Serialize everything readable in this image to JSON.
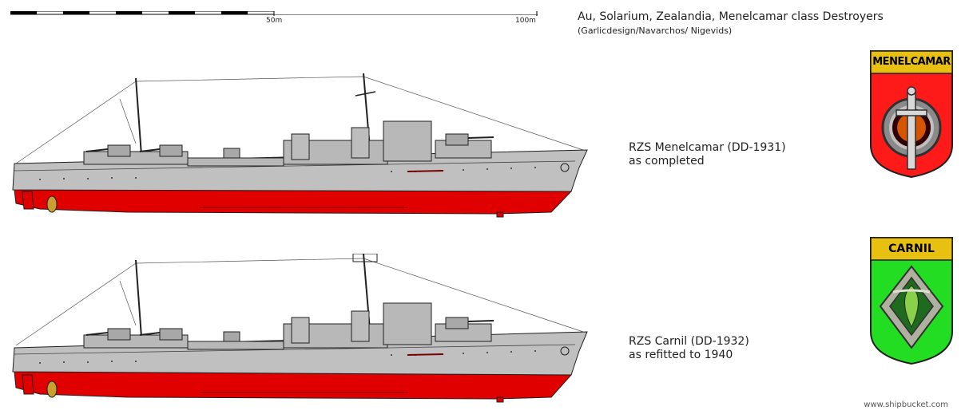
{
  "header": {
    "title": "Au, Solarium, Zealandia, Menelcamar class Destroyers",
    "credits": "(Garlicdesign/Navarchos/ Nigevids)"
  },
  "scale_bar": {
    "label_mid": "50m",
    "label_end": "100m"
  },
  "ships": [
    {
      "name_line": "RZS Menelcamar (DD-1931)",
      "state_line": "as completed",
      "crest": {
        "label": "MENELCAMAR",
        "field_color": "#ff1a1a",
        "banner_color": "#e8c010",
        "emblem": "sword-emblem"
      }
    },
    {
      "name_line": "RZS Carnil (DD-1932)",
      "state_line": "as refitted to 1940",
      "crest": {
        "label": "CARNIL",
        "field_color": "#22dd22",
        "banner_color": "#e8c010",
        "emblem": "leaf-emblem"
      }
    }
  ],
  "colors": {
    "hull_upper": "#c0c0c0",
    "hull_lower": "#e00000",
    "outline": "#202020",
    "propeller": "#c9a030"
  },
  "watermark": "www.shipbucket.com"
}
